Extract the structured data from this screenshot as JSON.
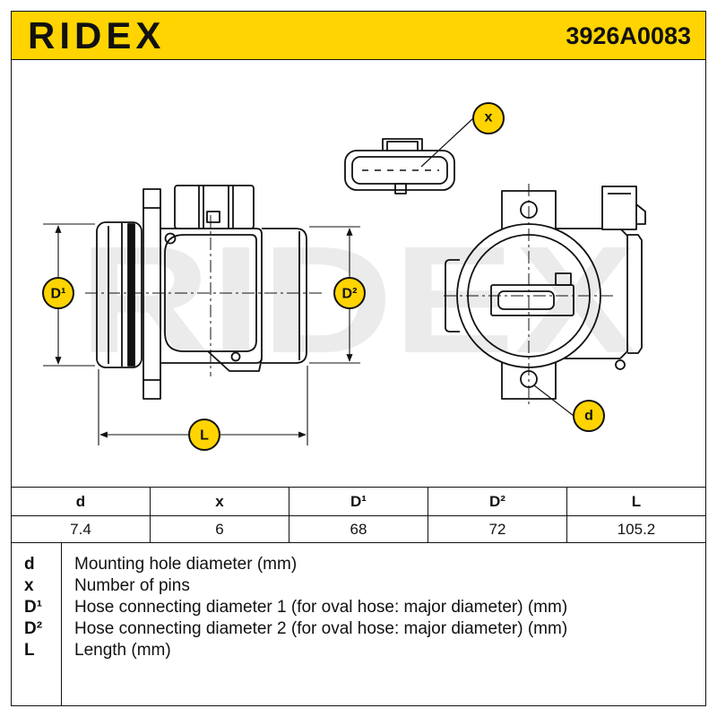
{
  "header": {
    "brand": "RIDEX",
    "part_number": "3926A0083"
  },
  "watermark": "RIDEX",
  "drawing": {
    "callouts": {
      "pins": "x",
      "hole": "d",
      "diameter_1": "D¹",
      "diameter_2": "D²",
      "length": "L"
    }
  },
  "table": {
    "headers": [
      "d",
      "x",
      "D¹",
      "D²",
      "L"
    ],
    "values": [
      "7.4",
      "6",
      "68",
      "72",
      "105.2"
    ]
  },
  "legend": [
    {
      "symbol": "d",
      "description": "Mounting hole diameter (mm)"
    },
    {
      "symbol": "x",
      "description": "Number of pins"
    },
    {
      "symbol": "D¹",
      "description": "Hose connecting diameter 1 (for oval hose: major diameter) (mm)"
    },
    {
      "symbol": "D²",
      "description": "Hose connecting diameter 2 (for oval hose: major diameter) (mm)"
    },
    {
      "symbol": "L",
      "description": "Length (mm)"
    }
  ],
  "colors": {
    "accent": "#FFD400",
    "line": "#111111",
    "watermark": "#EBEBEB"
  }
}
